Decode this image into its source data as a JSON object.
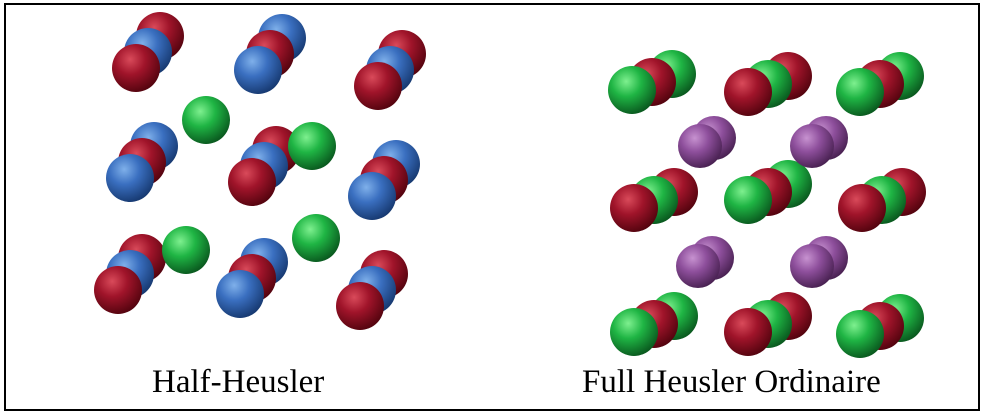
{
  "panels": [
    {
      "id": "half-heusler",
      "caption": "Half-Heusler",
      "element_colors": [
        "red",
        "blue",
        "green"
      ]
    },
    {
      "id": "full-heusler",
      "caption": "Full Heusler Ordinaire",
      "element_colors": [
        "red",
        "green",
        "purple"
      ]
    }
  ],
  "palette": {
    "red": {
      "light": "#d94a5a",
      "base": "#a0142a",
      "dark": "#55040f"
    },
    "blue": {
      "light": "#7fb0ea",
      "base": "#3a6fc0",
      "dark": "#173a72"
    },
    "green": {
      "light": "#7ef08f",
      "base": "#1fb544",
      "dark": "#0a5a1f"
    },
    "purple": {
      "light": "#c792d0",
      "base": "#8e4f9c",
      "dark": "#4a2253"
    },
    "border": "#000000",
    "background": "#ffffff"
  }
}
